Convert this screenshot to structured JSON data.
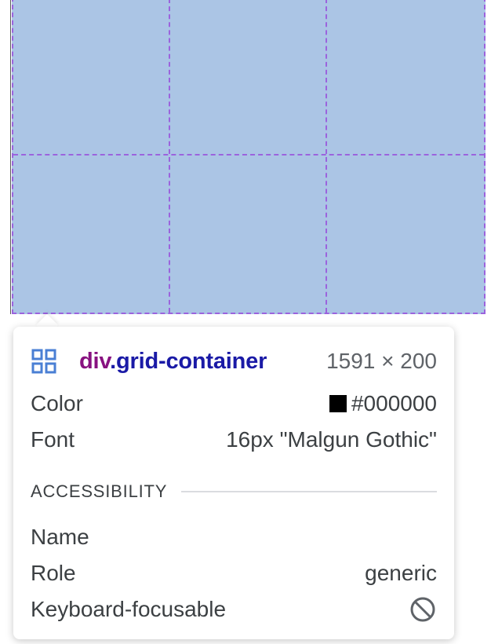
{
  "inspect_tooltip": {
    "element": {
      "tag": "div",
      "class_name": ".grid-container",
      "dimensions": "1591 × 200",
      "icon": "grid-layout-icon"
    },
    "properties": {
      "color_label": "Color",
      "color_value": "#000000",
      "font_label": "Font",
      "font_value": "16px \"Malgun Gothic\""
    },
    "accessibility": {
      "section_title": "ACCESSIBILITY",
      "name_label": "Name",
      "name_value": "",
      "role_label": "Role",
      "role_value": "generic",
      "keyboard_label": "Keyboard-focusable",
      "keyboard_icon": "not-allowed-icon"
    }
  },
  "colors": {
    "grid_fill": "#abc5e5",
    "grid_line": "#9b63dd",
    "tag_color": "#881280",
    "class_color": "#1a1aa6",
    "swatch": "#000000"
  }
}
